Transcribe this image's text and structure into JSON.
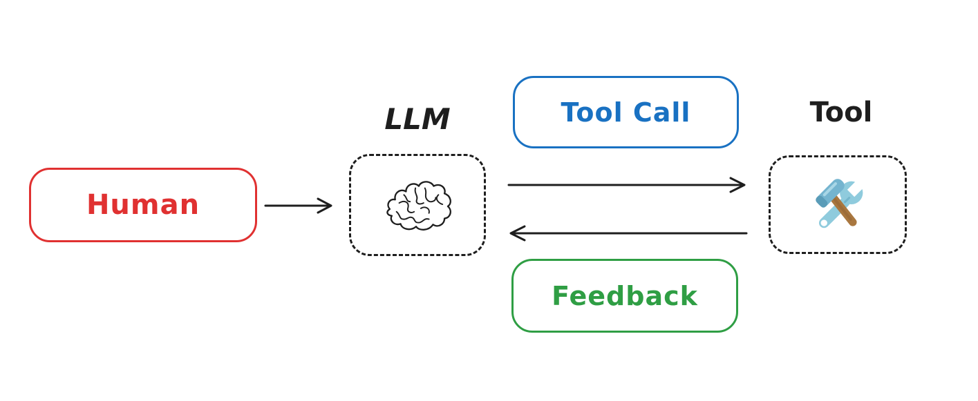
{
  "diagram": {
    "title_hint": "LLM tool-use loop diagram",
    "nodes": {
      "human": {
        "label": "Human",
        "color": "#e03131",
        "shape": "rounded-rect-solid"
      },
      "llm": {
        "label": "LLM",
        "icon": "brain-icon",
        "shape": "rounded-rect-dashed"
      },
      "tool": {
        "label": "Tool",
        "icon": "hammer-wrench-icon",
        "shape": "rounded-rect-dashed"
      }
    },
    "edge_labels": {
      "tool_call": {
        "label": "Tool Call",
        "color": "#1971c2",
        "shape": "rounded-rect-solid"
      },
      "feedback": {
        "label": "Feedback",
        "color": "#2f9e44",
        "shape": "rounded-rect-solid"
      }
    },
    "edges": [
      {
        "from": "human",
        "to": "llm",
        "direction": "right",
        "label": ""
      },
      {
        "from": "llm",
        "to": "tool",
        "direction": "right",
        "label": "Tool Call"
      },
      {
        "from": "tool",
        "to": "llm",
        "direction": "left",
        "label": "Feedback"
      }
    ],
    "colors": {
      "stroke": "#1e1e1e",
      "red": "#e03131",
      "blue": "#1971c2",
      "green": "#2f9e44",
      "background": "#ffffff"
    }
  }
}
